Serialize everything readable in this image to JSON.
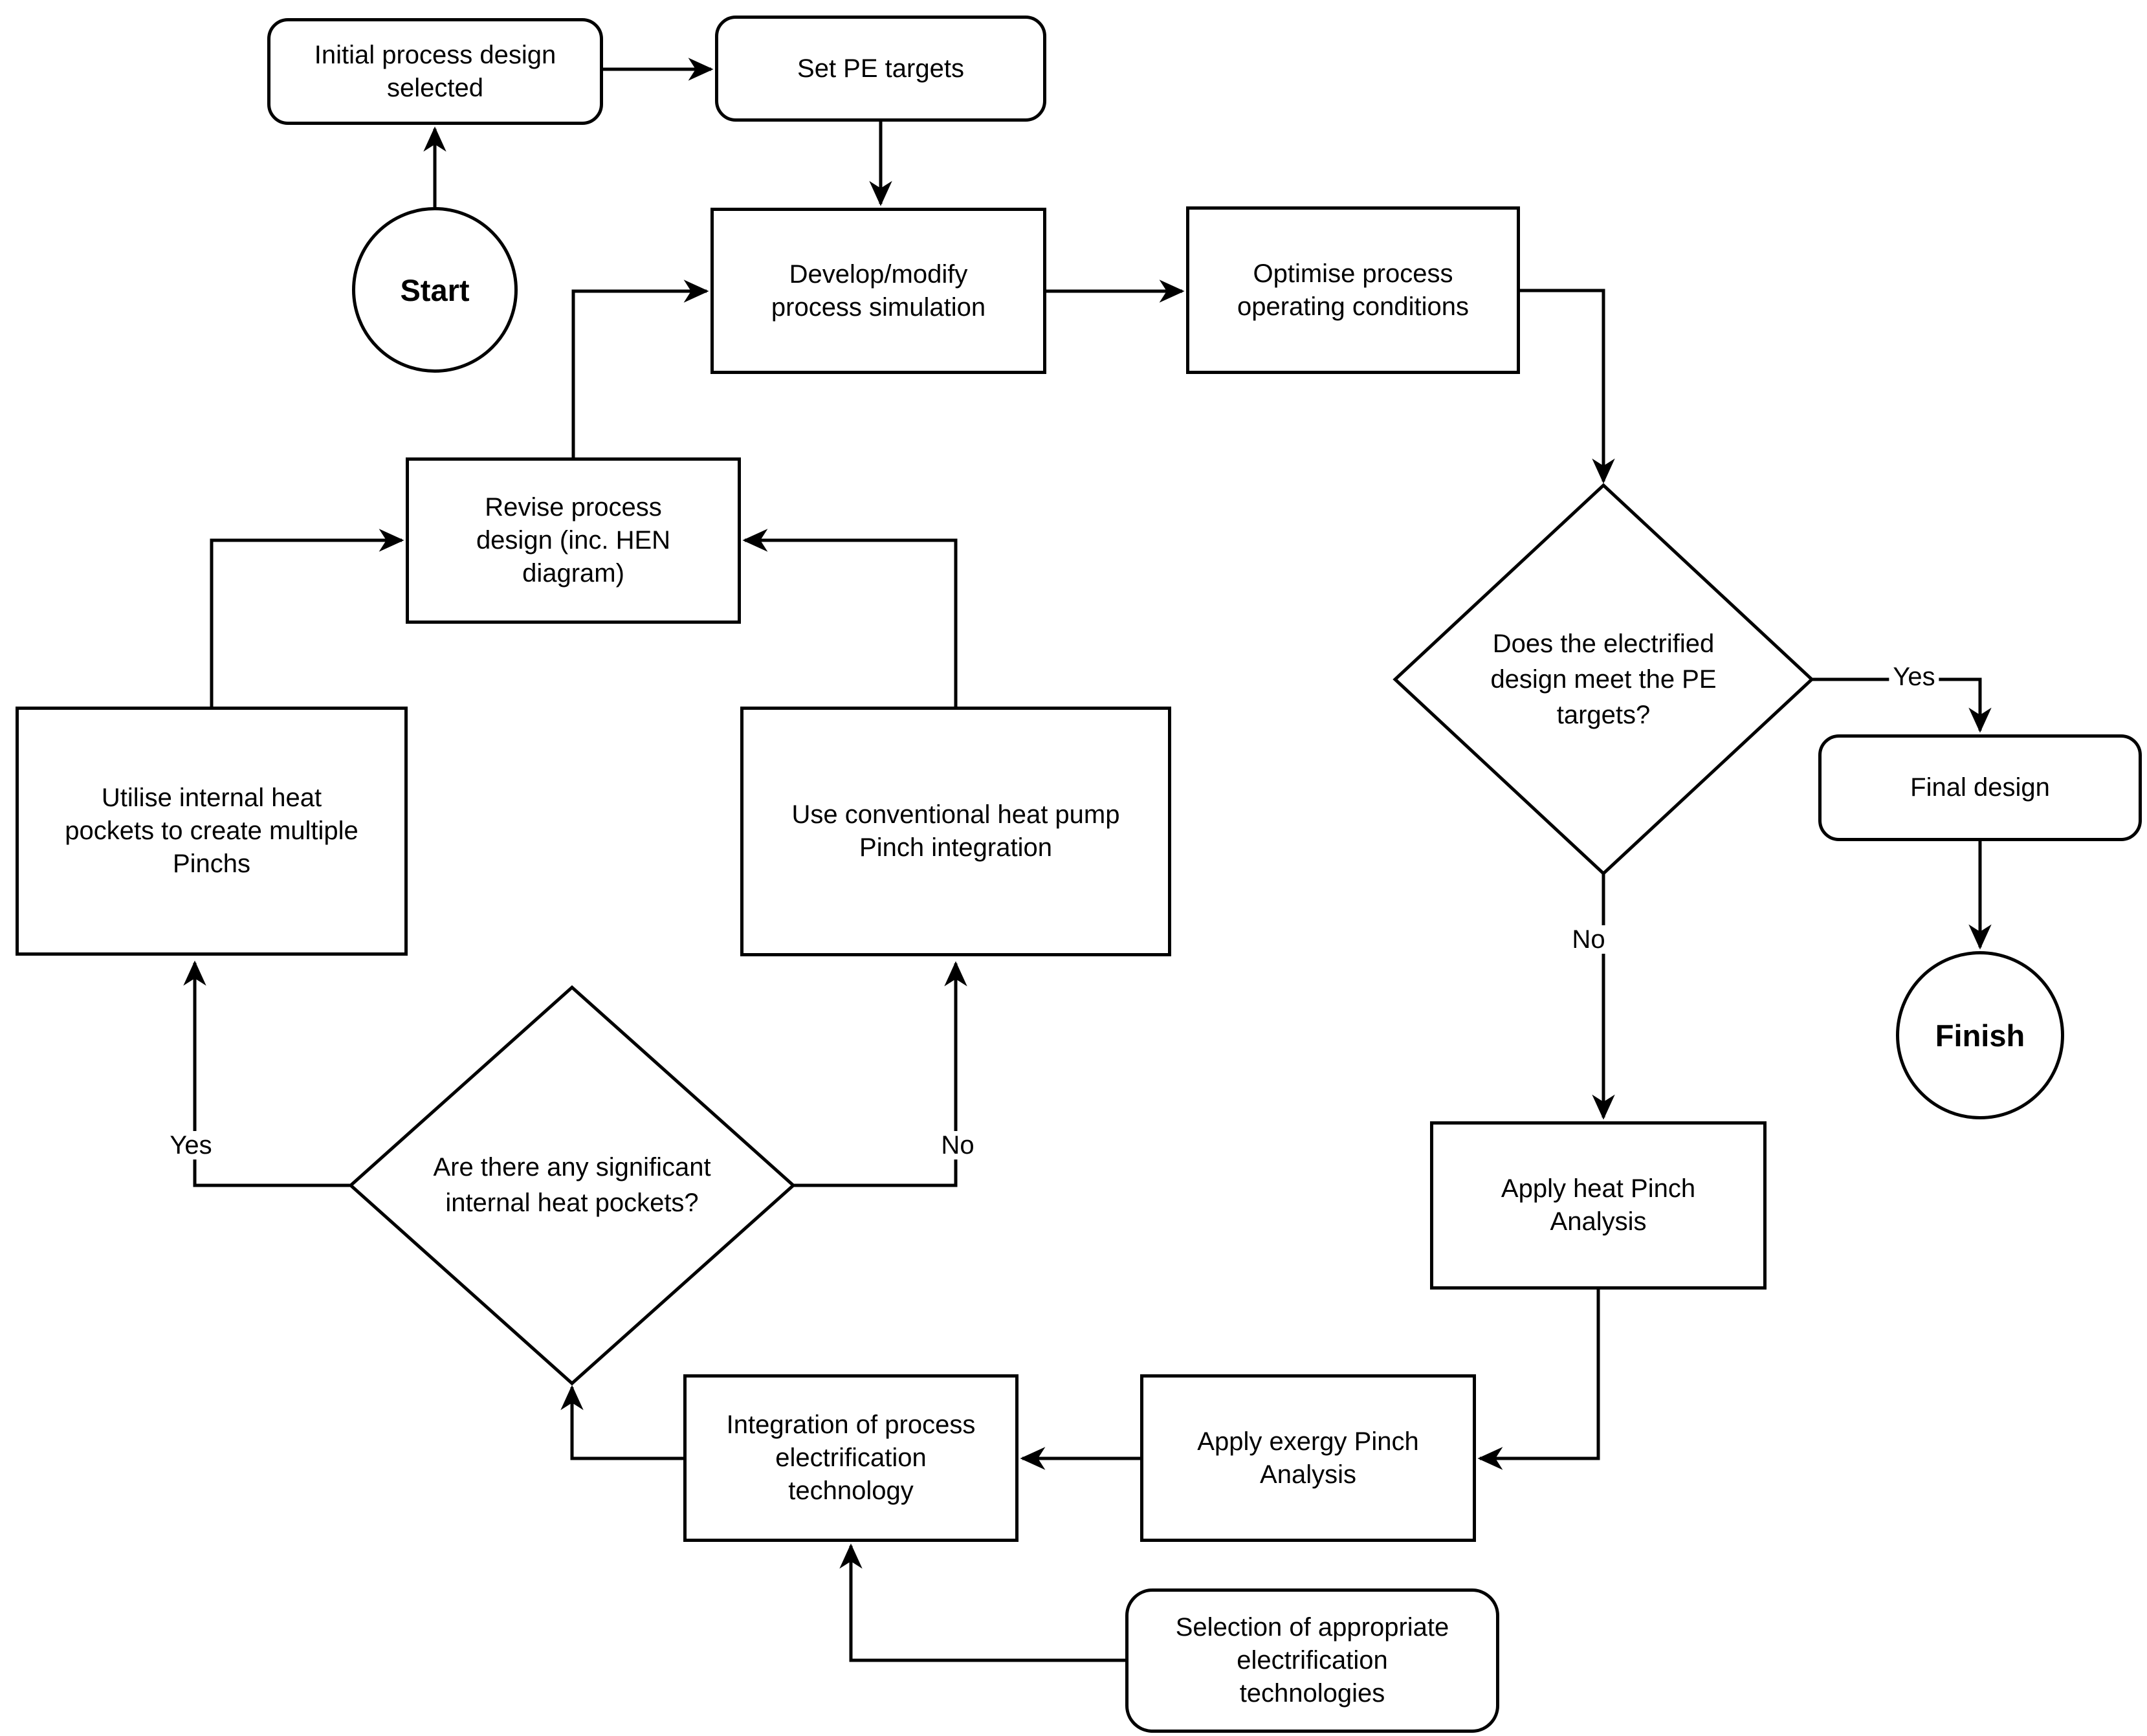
{
  "diagram": {
    "background_color": "#ffffff",
    "line_color": "#000000",
    "text_color": "#000000",
    "nodes": {
      "start": {
        "type": "terminator",
        "label": "Start",
        "lines": [
          "Start"
        ]
      },
      "initial_design": {
        "type": "rounded-process",
        "label": "Initial process design selected",
        "lines": [
          "Initial process design",
          "selected"
        ]
      },
      "set_pe_targets": {
        "type": "rounded-process",
        "label": "Set PE targets",
        "lines": [
          "Set PE targets"
        ]
      },
      "develop_simulation": {
        "type": "process",
        "label": "Develop/modify process simulation",
        "lines": [
          "Develop/modify",
          "process simulation"
        ]
      },
      "optimise_conditions": {
        "type": "process",
        "label": "Optimise process operating conditions",
        "lines": [
          "Optimise process",
          "operating conditions"
        ]
      },
      "decision_pe_targets": {
        "type": "decision",
        "label": "Does the electrified design meet the PE targets?",
        "lines": [
          "Does the electrified",
          "design meet the PE",
          "targets?"
        ]
      },
      "final_design": {
        "type": "rounded-process",
        "label": "Final design",
        "lines": [
          "Final design"
        ]
      },
      "finish": {
        "type": "terminator",
        "label": "Finish",
        "lines": [
          "Finish"
        ]
      },
      "apply_heat_pinch": {
        "type": "process",
        "label": "Apply heat Pinch Analysis",
        "lines": [
          "Apply heat Pinch",
          "Analysis"
        ]
      },
      "apply_exergy_pinch": {
        "type": "process",
        "label": "Apply exergy Pinch Analysis",
        "lines": [
          "Apply exergy Pinch",
          "Analysis"
        ]
      },
      "integration_electrification": {
        "type": "process",
        "label": "Integration of process electrification technology",
        "lines": [
          "Integration of process",
          "electrification",
          "technology"
        ]
      },
      "selection_technologies": {
        "type": "rounded-process",
        "label": "Selection of appropriate electrification technologies",
        "lines": [
          "Selection of appropriate",
          "electrification",
          "technologies"
        ]
      },
      "decision_heat_pockets": {
        "type": "decision",
        "label": "Are there any significant internal heat pockets?",
        "lines": [
          "Are there any significant",
          "internal heat pockets?"
        ]
      },
      "utilise_pockets": {
        "type": "process",
        "label": "Utilise internal heat pockets to create multiple Pinchs",
        "lines": [
          "Utilise internal heat",
          "pockets to create multiple",
          "Pinchs"
        ]
      },
      "use_heat_pump": {
        "type": "process",
        "label": "Use conventional heat pump Pinch integration",
        "lines": [
          "Use conventional heat pump",
          "Pinch integration"
        ]
      },
      "revise_design": {
        "type": "process",
        "label": "Revise process design (inc. HEN diagram)",
        "lines": [
          "Revise process",
          "design (inc. HEN",
          "diagram)"
        ]
      }
    },
    "edges": [
      {
        "from": "start",
        "to": "initial_design"
      },
      {
        "from": "initial_design",
        "to": "set_pe_targets"
      },
      {
        "from": "set_pe_targets",
        "to": "develop_simulation"
      },
      {
        "from": "develop_simulation",
        "to": "optimise_conditions"
      },
      {
        "from": "optimise_conditions",
        "to": "decision_pe_targets"
      },
      {
        "from": "decision_pe_targets",
        "to": "final_design",
        "label": "Yes"
      },
      {
        "from": "final_design",
        "to": "finish"
      },
      {
        "from": "decision_pe_targets",
        "to": "apply_heat_pinch",
        "label": "No"
      },
      {
        "from": "apply_heat_pinch",
        "to": "apply_exergy_pinch"
      },
      {
        "from": "apply_exergy_pinch",
        "to": "integration_electrification"
      },
      {
        "from": "integration_electrification",
        "to": "decision_heat_pockets"
      },
      {
        "from": "decision_heat_pockets",
        "to": "utilise_pockets",
        "label": "Yes"
      },
      {
        "from": "decision_heat_pockets",
        "to": "use_heat_pump",
        "label": "No"
      },
      {
        "from": "utilise_pockets",
        "to": "revise_design"
      },
      {
        "from": "use_heat_pump",
        "to": "revise_design"
      },
      {
        "from": "revise_design",
        "to": "develop_simulation"
      },
      {
        "from": "selection_technologies",
        "to": "integration_electrification"
      }
    ]
  }
}
